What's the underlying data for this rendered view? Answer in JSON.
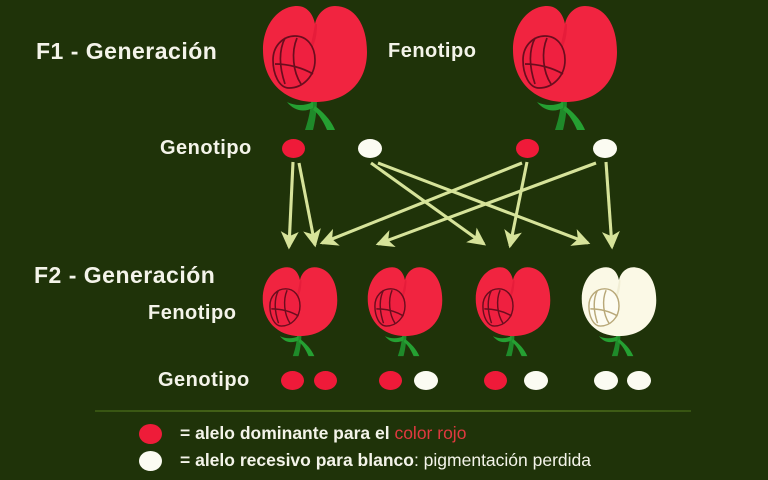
{
  "background_color": "#1f3309",
  "palette": {
    "red_allele": "#ef1a39",
    "white_allele": "#fbfbf2",
    "red_petal": "#f12440",
    "red_petal_shade": "#e01533",
    "white_petal": "#fbf9e6",
    "white_petal_shade": "#f2efd6",
    "stem_green": "#1f8a2a",
    "arrow_color": "#d6e39a",
    "text_color": "#f4f4ea",
    "red_text": "#e0393f"
  },
  "generations": [
    {
      "id": "f1",
      "title": "F1 - Generación",
      "phenotype_label": "Fenotipo",
      "genotype_label": "Genotipo",
      "flowers": [
        {
          "color": "red",
          "name": "flower-red"
        },
        {
          "color": "red",
          "name": "flower-red"
        }
      ],
      "genotypes": [
        {
          "alleles": [
            "red",
            "white"
          ]
        },
        {
          "alleles": [
            "red",
            "white"
          ]
        }
      ]
    },
    {
      "id": "f2",
      "title": "F2 - Generación",
      "phenotype_label": "Fenotipo",
      "genotype_label": "Genotipo",
      "flowers": [
        {
          "color": "red",
          "name": "flower-red"
        },
        {
          "color": "red",
          "name": "flower-red"
        },
        {
          "color": "red",
          "name": "flower-red"
        },
        {
          "color": "white",
          "name": "flower-white"
        }
      ],
      "genotypes": [
        {
          "alleles": [
            "red",
            "red"
          ]
        },
        {
          "alleles": [
            "red",
            "white"
          ]
        },
        {
          "alleles": [
            "red",
            "white"
          ]
        },
        {
          "alleles": [
            "white",
            "white"
          ]
        }
      ]
    }
  ],
  "legend": [
    {
      "marker": "red",
      "prefix": "= alelo dominante para el ",
      "emphasis": "color rojo",
      "emphasis_style": "red",
      "suffix": ""
    },
    {
      "marker": "white",
      "prefix": "= alelo recesivo para ",
      "emphasis": "blanco",
      "emphasis_style": "bold",
      "suffix": ": pigmentación perdida"
    }
  ],
  "arrows": [
    {
      "from": [
        293,
        160
      ],
      "to": [
        288,
        253
      ],
      "name": "arrow-r1-to-rr"
    },
    {
      "from": [
        296,
        162
      ],
      "to": [
        316,
        253
      ],
      "name": "arrow-r1-to-rw"
    },
    {
      "from": [
        369,
        162
      ],
      "to": [
        487,
        251
      ],
      "name": "arrow-w1-to-rw2"
    },
    {
      "from": [
        376,
        162
      ],
      "to": [
        592,
        251
      ],
      "name": "arrow-w1-to-ww"
    },
    {
      "from": [
        524,
        162
      ],
      "to": [
        318,
        251
      ],
      "name": "arrow-r2-to-rw1"
    },
    {
      "from": [
        527,
        160
      ],
      "to": [
        509,
        253
      ],
      "name": "arrow-r2-to-rw2"
    },
    {
      "from": [
        598,
        162
      ],
      "to": [
        374,
        251
      ],
      "name": "arrow-w2-to-rw"
    },
    {
      "from": [
        607,
        160
      ],
      "to": [
        613,
        253
      ],
      "name": "arrow-w2-to-ww"
    }
  ]
}
